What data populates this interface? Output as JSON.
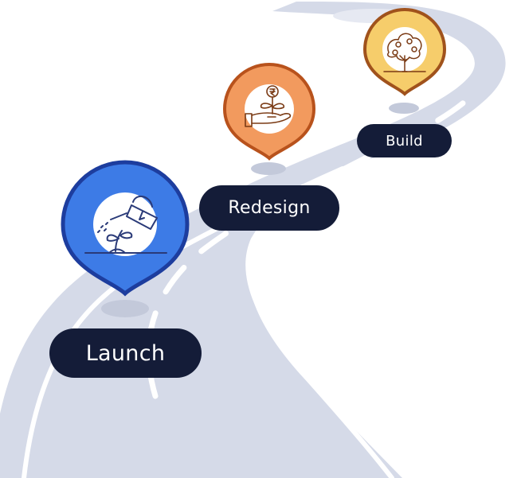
{
  "milestones": [
    {
      "label": "Launch",
      "icon": "watering-can-sprout-icon",
      "color": "#3d7be6"
    },
    {
      "label": "Redesign",
      "icon": "hand-plant-rupee-icon",
      "color": "#f29a5e"
    },
    {
      "label": "Build",
      "icon": "money-tree-icon",
      "color": "#f6cd6b"
    }
  ],
  "colors": {
    "road": "#d5dae8",
    "road_marking": "#ffffff",
    "pin_shadow": "#c3c9da",
    "label_background": "#141c38",
    "label_text": "#ffffff",
    "icon_line": "#2a3a78"
  }
}
